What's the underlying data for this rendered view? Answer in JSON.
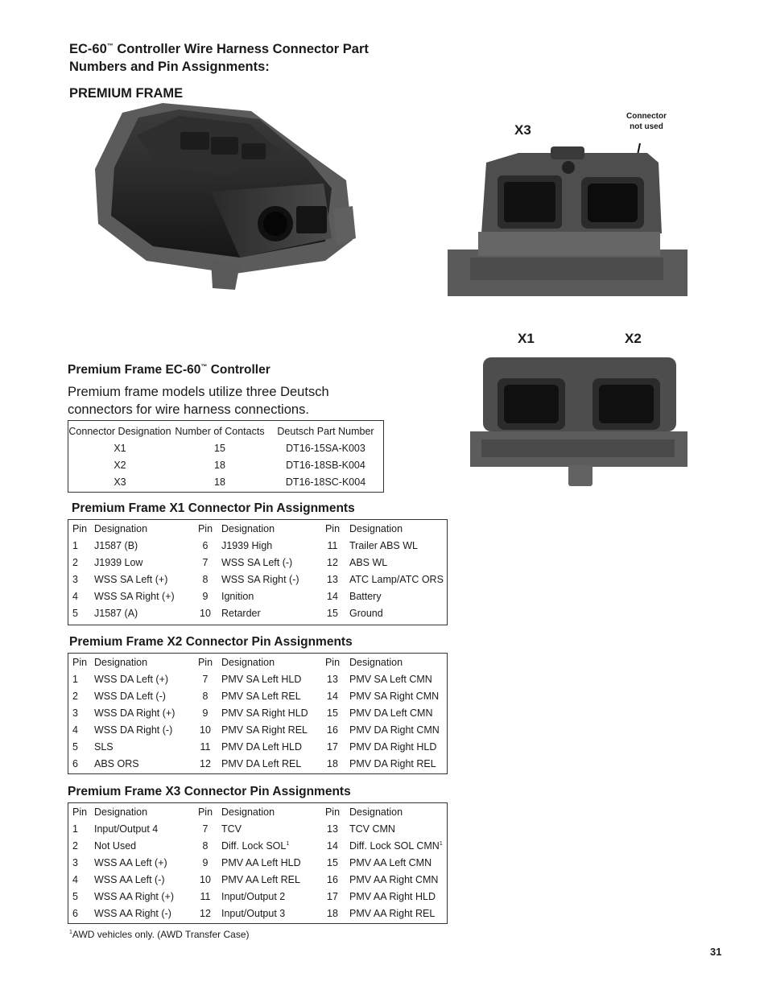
{
  "title": {
    "line1_prefix": "EC-60",
    "tm": "™",
    "line1_suffix": " Controller Wire Harness Connector Part",
    "line2": "Numbers and Pin Assignments:"
  },
  "section_title": "PREMIUM FRAME",
  "images": {
    "x3_label": "X3",
    "callout_line1": "Connector",
    "callout_line2": "not used",
    "x1_label": "X1",
    "x2_label": "X2"
  },
  "subhead": {
    "prefix": "Premium Frame EC-60",
    "tm": "™",
    "suffix": " Controller"
  },
  "intro": "Premium frame models utilize three Deutsch connectors for wire harness connections.",
  "connector_table": {
    "headers": [
      "Connector Designation",
      "Number of Contacts",
      "Deutsch Part Number"
    ],
    "rows": [
      [
        "X1",
        "15",
        "DT16-15SA-K003"
      ],
      [
        "X2",
        "18",
        "DT16-18SB-K004"
      ],
      [
        "X3",
        "18",
        "DT16-18SC-K004"
      ]
    ]
  },
  "x1_table": {
    "title": "Premium Frame X1 Connector Pin Assignments",
    "headers": [
      "Pin",
      "Designation",
      "Pin",
      "Designation",
      "Pin",
      "Designation"
    ],
    "rows": [
      [
        "1",
        "J1587 (B)",
        "6",
        "J1939 High",
        "11",
        "Trailer ABS WL"
      ],
      [
        "2",
        "J1939 Low",
        "7",
        "WSS SA Left (-)",
        "12",
        "ABS WL"
      ],
      [
        "3",
        "WSS SA Left (+)",
        "8",
        "WSS SA Right (-)",
        "13",
        "ATC Lamp/ATC ORS"
      ],
      [
        "4",
        "WSS SA Right (+)",
        "9",
        "Ignition",
        "14",
        "Battery"
      ],
      [
        "5",
        "J1587 (A)",
        "10",
        "Retarder",
        "15",
        "Ground"
      ]
    ]
  },
  "x2_table": {
    "title": "Premium Frame X2 Connector Pin Assignments",
    "headers": [
      "Pin",
      "Designation",
      "Pin",
      "Designation",
      "Pin",
      "Designation"
    ],
    "rows": [
      [
        "1",
        "WSS DA Left (+)",
        "7",
        "PMV SA Left HLD",
        "13",
        "PMV SA Left CMN"
      ],
      [
        "2",
        "WSS DA Left (-)",
        "8",
        "PMV SA Left REL",
        "14",
        "PMV SA Right CMN"
      ],
      [
        "3",
        "WSS DA Right (+)",
        "9",
        "PMV SA Right HLD",
        "15",
        "PMV DA Left CMN"
      ],
      [
        "4",
        "WSS DA Right (-)",
        "10",
        "PMV SA Right REL",
        "16",
        "PMV DA Right CMN"
      ],
      [
        "5",
        "SLS",
        "11",
        "PMV DA Left HLD",
        "17",
        "PMV DA Right HLD"
      ],
      [
        "6",
        "ABS ORS",
        "12",
        "PMV DA Left REL",
        "18",
        "PMV DA Right REL"
      ]
    ]
  },
  "x3_table": {
    "title": "Premium Frame X3 Connector Pin Assignments",
    "headers": [
      "Pin",
      "Designation",
      "Pin",
      "Designation",
      "Pin",
      "Designation"
    ],
    "rows": [
      [
        "1",
        "Input/Output 4",
        "7",
        "TCV",
        "13",
        "TCV CMN"
      ],
      [
        "2",
        "Not Used",
        "8",
        "Diff.  Lock SOL",
        "14",
        "Diff.  Lock SOL CMN"
      ],
      [
        "3",
        "WSS AA Left (+)",
        "9",
        "PMV AA Left HLD",
        "15",
        "PMV AA Left CMN"
      ],
      [
        "4",
        "WSS AA Left (-)",
        "10",
        "PMV AA Left REL",
        "16",
        "PMV AA Right CMN"
      ],
      [
        "5",
        "WSS AA Right (+)",
        "11",
        "Input/Output 2",
        "17",
        "PMV AA Right HLD"
      ],
      [
        "6",
        "WSS AA Right (-)",
        "12",
        "Input/Output 3",
        "18",
        "PMV AA Right REL"
      ]
    ],
    "footnote_mark": "1"
  },
  "footnote": {
    "mark": "1",
    "text": "AWD vehicles only.  (AWD Transfer Case)"
  },
  "page_number": "31"
}
